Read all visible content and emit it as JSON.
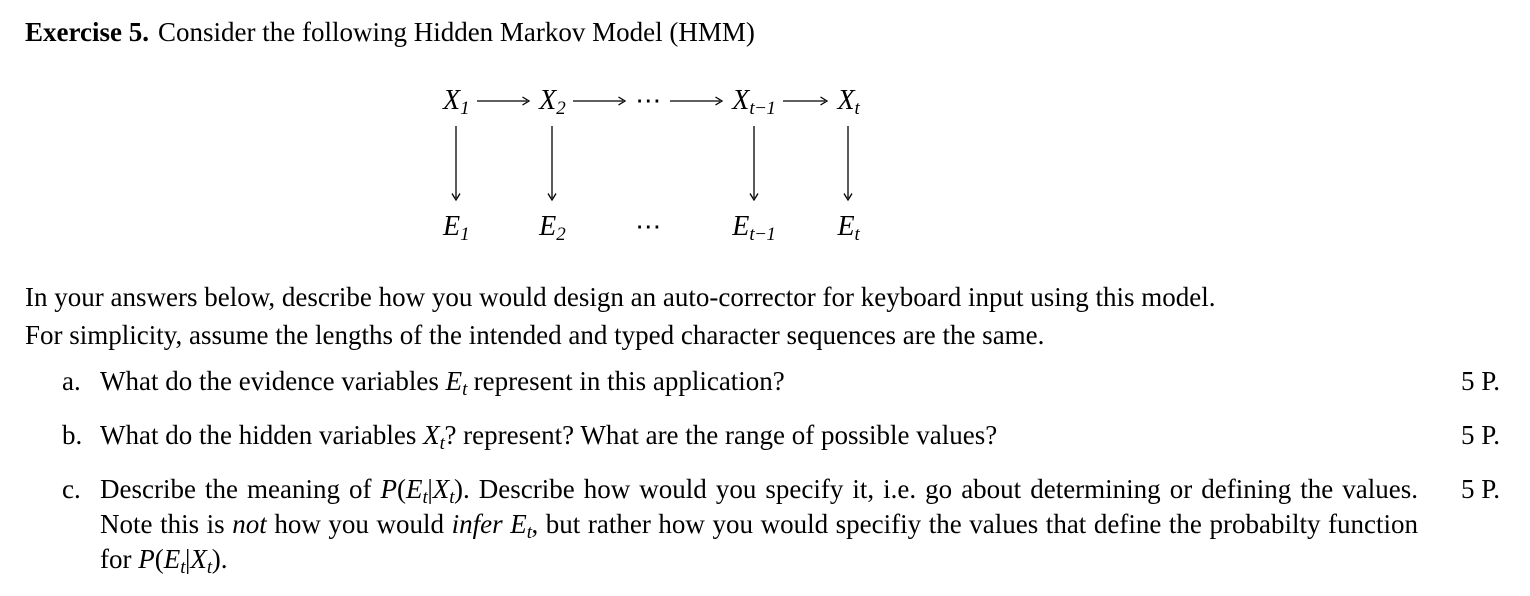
{
  "title": {
    "label": "Exercise 5.",
    "text": "Consider the following Hidden Markov Model (HMM)"
  },
  "diagram": {
    "top_row": [
      {
        "base": "X",
        "sub": "1"
      },
      {
        "base": "X",
        "sub": "2"
      },
      {
        "dots": "⋯"
      },
      {
        "base": "X",
        "sub": "t−1"
      },
      {
        "base": "X",
        "sub": "t"
      }
    ],
    "bottom_row": [
      {
        "base": "E",
        "sub": "1"
      },
      {
        "base": "E",
        "sub": "2"
      },
      {
        "dots": "⋯"
      },
      {
        "base": "E",
        "sub": "t−1"
      },
      {
        "base": "E",
        "sub": "t"
      }
    ]
  },
  "intro": {
    "line1": "In your answers below, describe how you would design an auto-corrector for keyboard input using this model.",
    "line2": "For simplicity, assume the lengths of the intended and typed character sequences are the same."
  },
  "questions": [
    {
      "label": "a.",
      "points": "5 P.",
      "segments": [
        {
          "t": "What do the evidence variables "
        },
        {
          "t": "E",
          "style": "math"
        },
        {
          "t": "t",
          "style": "sub"
        },
        {
          "t": " represent in this application?"
        }
      ]
    },
    {
      "label": "b.",
      "points": "5 P.",
      "segments": [
        {
          "t": "What do the hidden variables "
        },
        {
          "t": "X",
          "style": "math"
        },
        {
          "t": "t",
          "style": "sub"
        },
        {
          "t": "? represent? What are the range of possible values?"
        }
      ]
    },
    {
      "label": "c.",
      "points": "5 P.",
      "segments": [
        {
          "t": "Describe the meaning of "
        },
        {
          "t": "P",
          "style": "math"
        },
        {
          "t": "("
        },
        {
          "t": "E",
          "style": "math"
        },
        {
          "t": "t",
          "style": "sub"
        },
        {
          "t": "|"
        },
        {
          "t": "X",
          "style": "math"
        },
        {
          "t": "t",
          "style": "sub"
        },
        {
          "t": "). Describe how would you specify it, i.e. go about determining or defining the values. Note this is "
        },
        {
          "t": "not",
          "style": "i"
        },
        {
          "t": " how you would "
        },
        {
          "t": "infer",
          "style": "i"
        },
        {
          "t": " "
        },
        {
          "t": "E",
          "style": "math"
        },
        {
          "t": "t",
          "style": "sub"
        },
        {
          "t": ", but rather how you would specifiy the values that define the probabilty function for "
        },
        {
          "t": "P",
          "style": "math"
        },
        {
          "t": "("
        },
        {
          "t": "E",
          "style": "math"
        },
        {
          "t": "t",
          "style": "sub"
        },
        {
          "t": "|"
        },
        {
          "t": "X",
          "style": "math"
        },
        {
          "t": "t",
          "style": "sub"
        },
        {
          "t": ")."
        }
      ]
    }
  ]
}
